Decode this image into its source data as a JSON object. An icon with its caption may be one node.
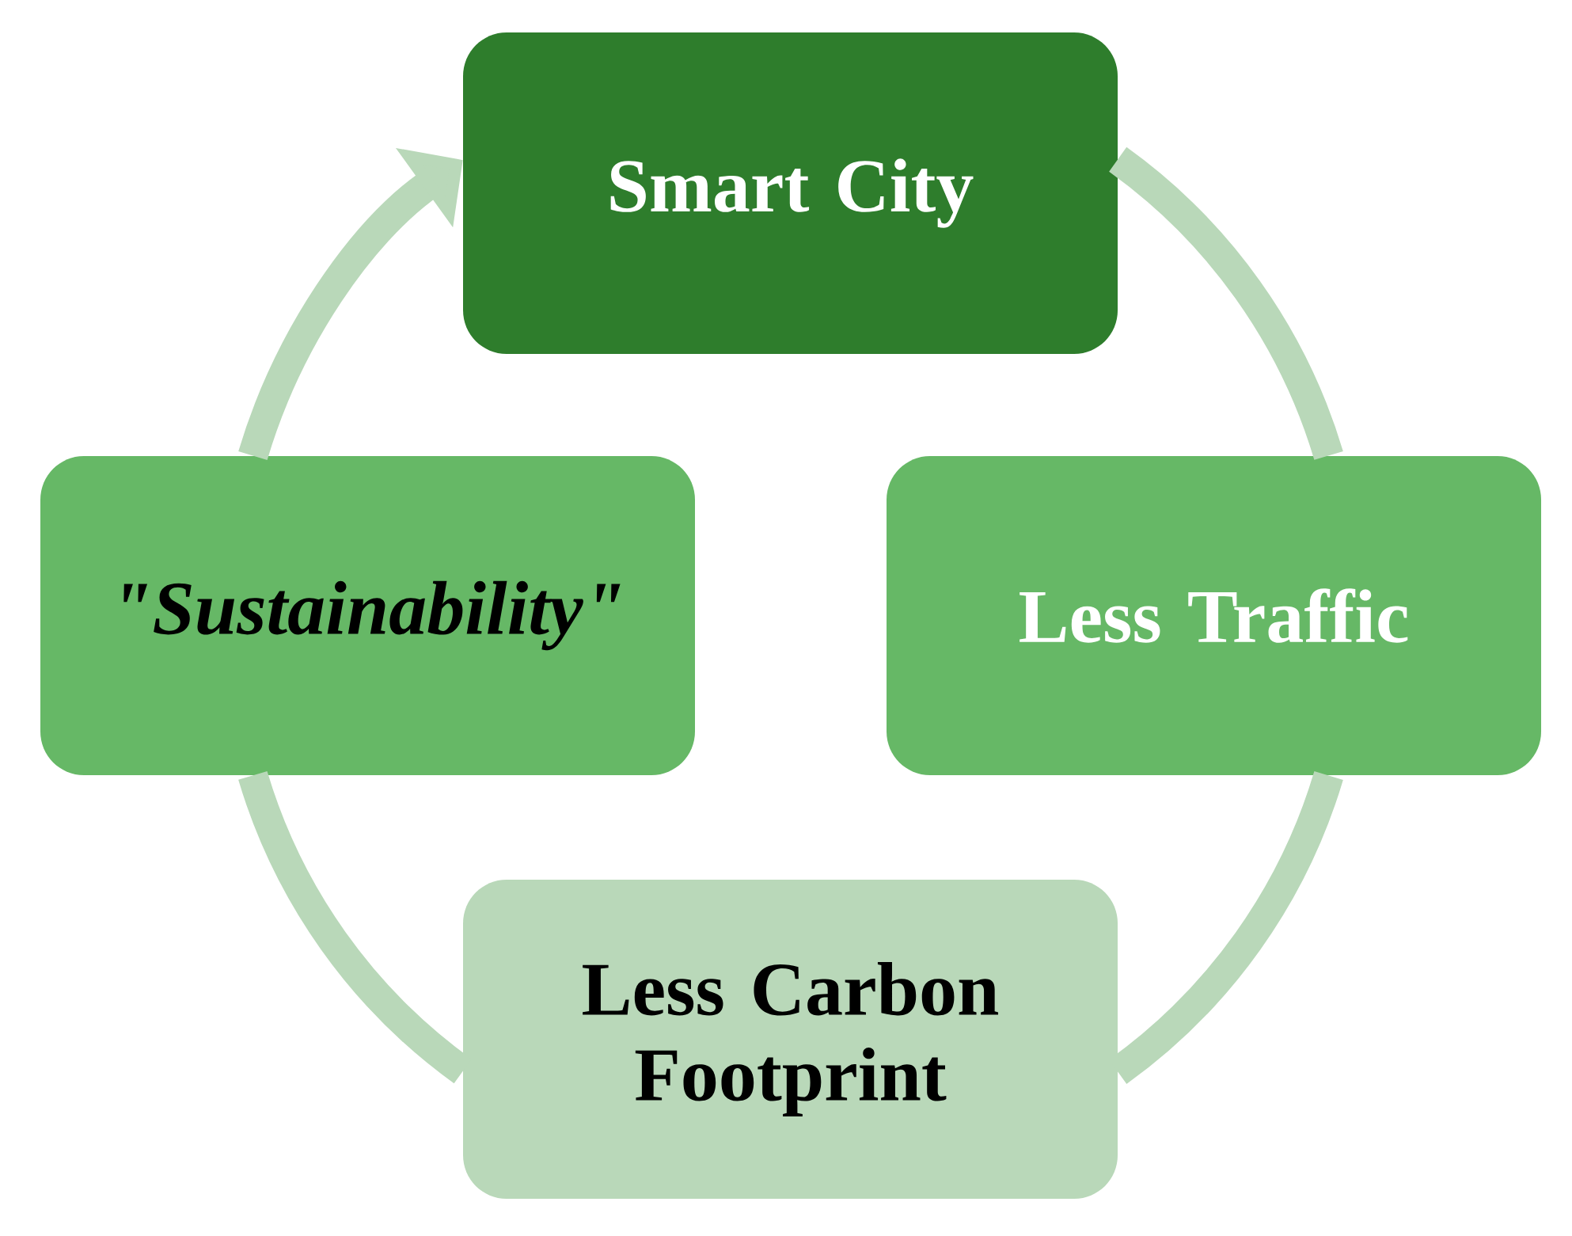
{
  "diagram": {
    "nodes": [
      {
        "text": [
          "Smart City"
        ]
      },
      {
        "text": [
          "Less Traffic"
        ]
      },
      {
        "text": [
          "Less Carbon Footprint"
        ]
      },
      {
        "text": [
          "\"Sustainability\""
        ]
      }
    ],
    "edges": [
      {
        "from": 0,
        "to": 1,
        "arrow": "none"
      },
      {
        "from": 1,
        "to": 2,
        "arrow": "none"
      },
      {
        "from": 2,
        "to": 3,
        "arrow": "none"
      },
      {
        "from": 3,
        "to": 0,
        "arrow": "to"
      }
    ]
  }
}
